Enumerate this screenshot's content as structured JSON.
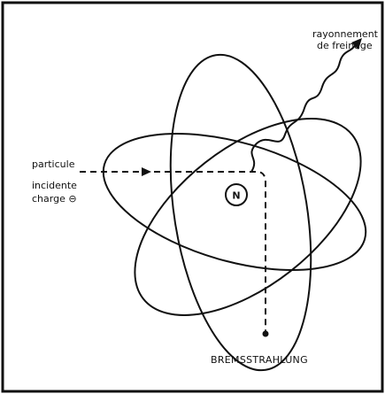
{
  "labels": {
    "emission_line1": "rayonnement",
    "emission_line2": "de freinage",
    "particle_line1": "particule",
    "particle_line2": "incidente",
    "particle_line3": "charge ⊖",
    "nucleus": "N",
    "caption": "BREMSSTRAHLUNG"
  },
  "colors": {
    "ink": "#111111",
    "background": "#ffffff"
  }
}
